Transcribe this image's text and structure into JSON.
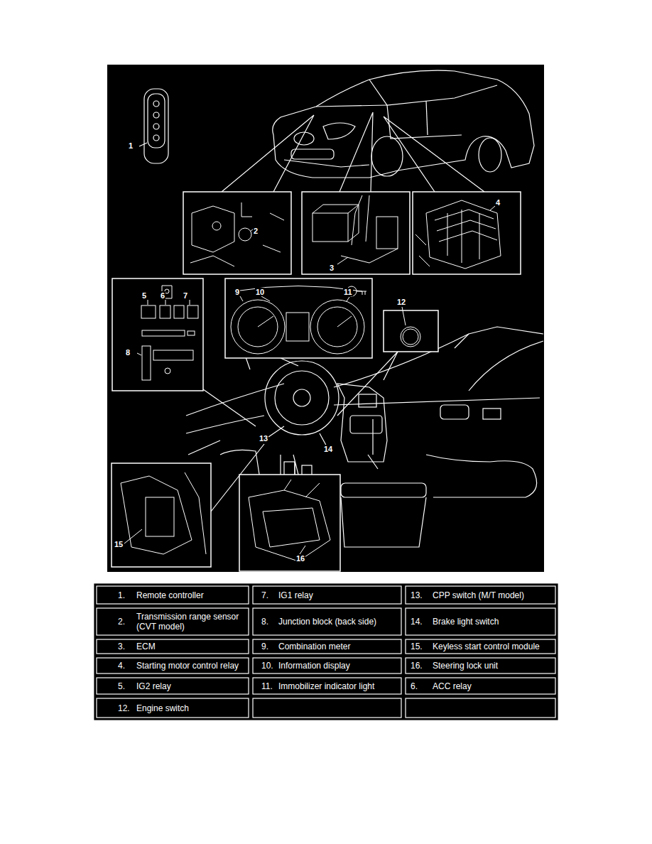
{
  "diagram": {
    "labels": [
      "1",
      "2",
      "3",
      "4",
      "5",
      "6",
      "7",
      "8",
      "9",
      "10",
      "11",
      "12",
      "13",
      "14",
      "15",
      "16",
      "1.",
      "Remote controller",
      "7.",
      "IG1 relay",
      "13.",
      "CPP switch (M/T model)",
      "2.",
      "Transmission range sensor (CVT model)",
      "8.",
      "Junction block (back side)",
      "14.",
      "Brake light switch",
      "3.",
      "ECM",
      "9.",
      "Combination meter",
      "15.",
      "Keyless start control module",
      "4.",
      "Starting motor control relay",
      "10.",
      "Information display",
      "16.",
      "Steering lock unit",
      "5.",
      "IG2 relay",
      "11.",
      "Immobilizer indicator light",
      "6.",
      "ACC relay",
      "12.",
      "Engine switch"
    ]
  }
}
